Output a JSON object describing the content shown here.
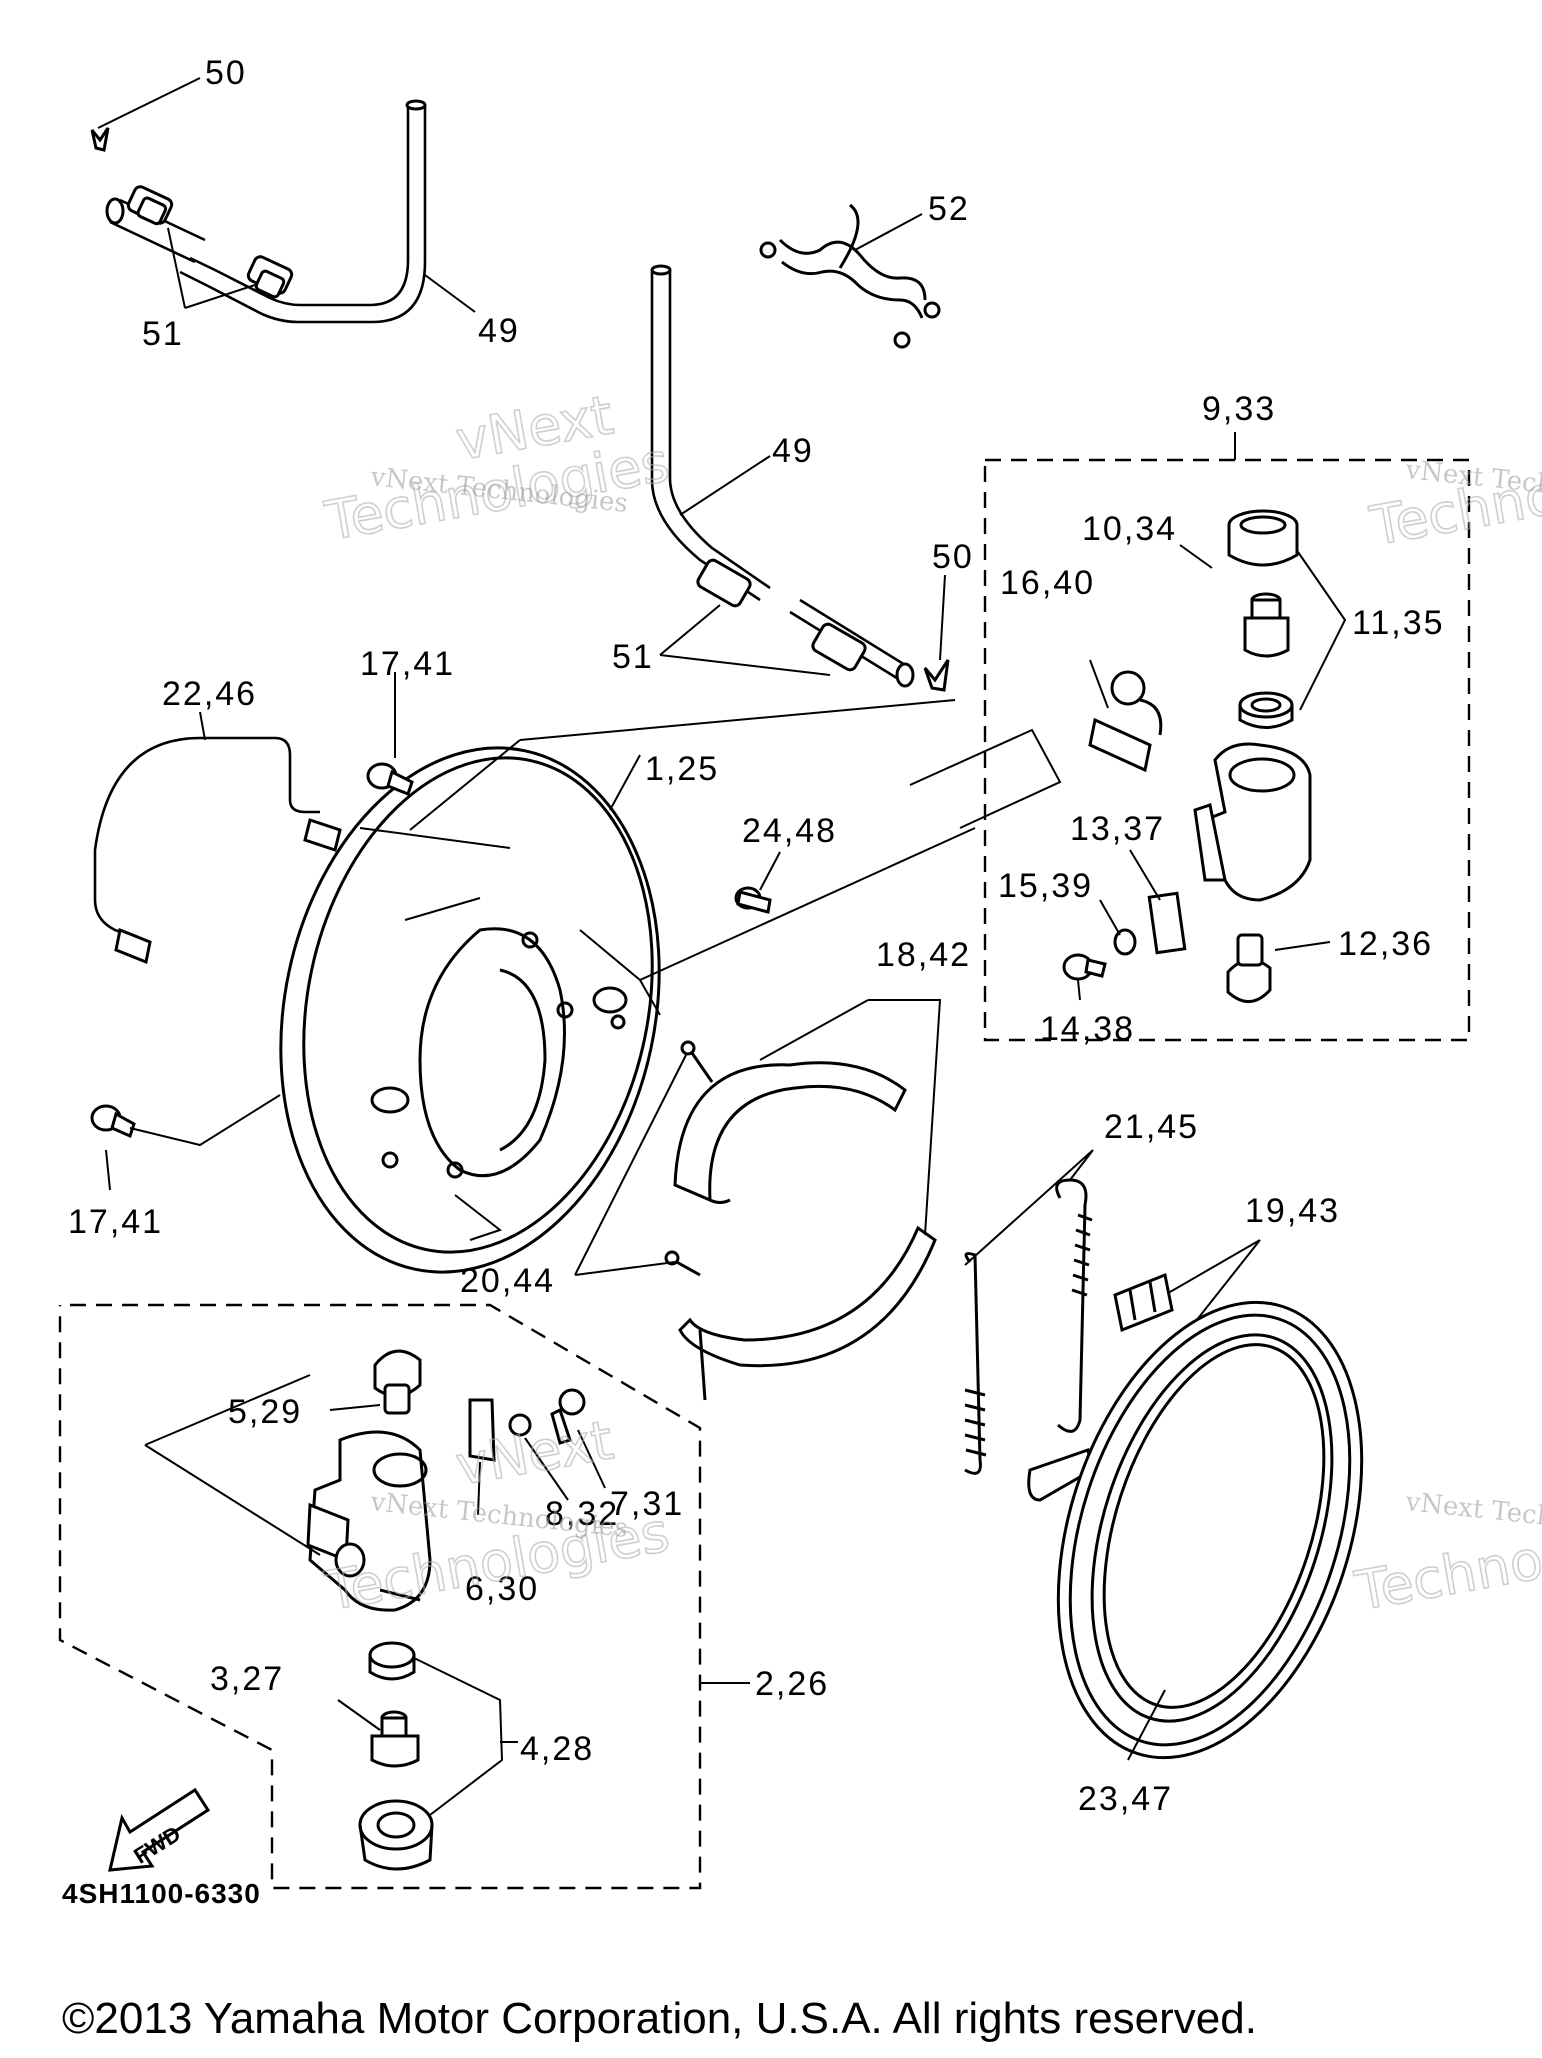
{
  "labels": [
    {
      "id": "lbl-50a",
      "text": "50"
    },
    {
      "id": "lbl-51a",
      "text": "51"
    },
    {
      "id": "lbl-49a",
      "text": "49"
    },
    {
      "id": "lbl-52",
      "text": "52"
    },
    {
      "id": "lbl-49b",
      "text": "49"
    },
    {
      "id": "lbl-50b",
      "text": "50"
    },
    {
      "id": "lbl-51b",
      "text": "51"
    },
    {
      "id": "lbl-9-33",
      "text": "9,33"
    },
    {
      "id": "lbl-10-34",
      "text": "10,34"
    },
    {
      "id": "lbl-11-35",
      "text": "11,35"
    },
    {
      "id": "lbl-16-40",
      "text": "16,40"
    },
    {
      "id": "lbl-13-37",
      "text": "13,37"
    },
    {
      "id": "lbl-15-39",
      "text": "15,39"
    },
    {
      "id": "lbl-12-36",
      "text": "12,36"
    },
    {
      "id": "lbl-14-38",
      "text": "14,38"
    },
    {
      "id": "lbl-22-46",
      "text": "22,46"
    },
    {
      "id": "lbl-17-41a",
      "text": "17,41"
    },
    {
      "id": "lbl-1-25",
      "text": "1,25"
    },
    {
      "id": "lbl-24-48",
      "text": "24,48"
    },
    {
      "id": "lbl-18-42",
      "text": "18,42"
    },
    {
      "id": "lbl-17-41b",
      "text": "17,41"
    },
    {
      "id": "lbl-21-45",
      "text": "21,45"
    },
    {
      "id": "lbl-19-43",
      "text": "19,43"
    },
    {
      "id": "lbl-20-44",
      "text": "20,44"
    },
    {
      "id": "lbl-5-29",
      "text": "5,29"
    },
    {
      "id": "lbl-7-31",
      "text": "7,31"
    },
    {
      "id": "lbl-8-32",
      "text": "8,32"
    },
    {
      "id": "lbl-6-30",
      "text": "6,30"
    },
    {
      "id": "lbl-2-26",
      "text": "2,26"
    },
    {
      "id": "lbl-3-27",
      "text": "3,27"
    },
    {
      "id": "lbl-4-28",
      "text": "4,28"
    },
    {
      "id": "lbl-23-47",
      "text": "23,47"
    }
  ],
  "watermark": {
    "line1": "vNext Technologies",
    "big1": "vNext",
    "big2": "Technologies"
  },
  "fwd_label": "FWD",
  "drawing_code": "4SH1100-6330",
  "copyright": "©2013 Yamaha Motor Corporation, U.S.A. All rights reserved."
}
